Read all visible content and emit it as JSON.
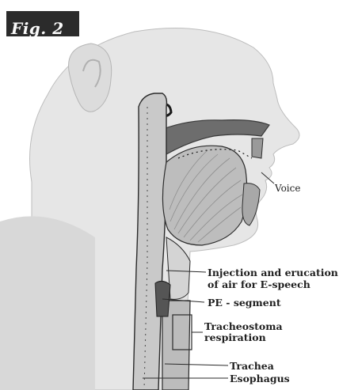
{
  "figure": {
    "title": "Fig. 2",
    "labels": {
      "voice": "Voice",
      "injection_line1": "Injection and erucation",
      "injection_line2": "of air for E-speech",
      "pe_segment": "PE - segment",
      "tracheostoma_line1": "Tracheostoma",
      "tracheostoma_line2": "respiration",
      "trachea": "Trachea",
      "esophagus": "Esophagus"
    }
  }
}
